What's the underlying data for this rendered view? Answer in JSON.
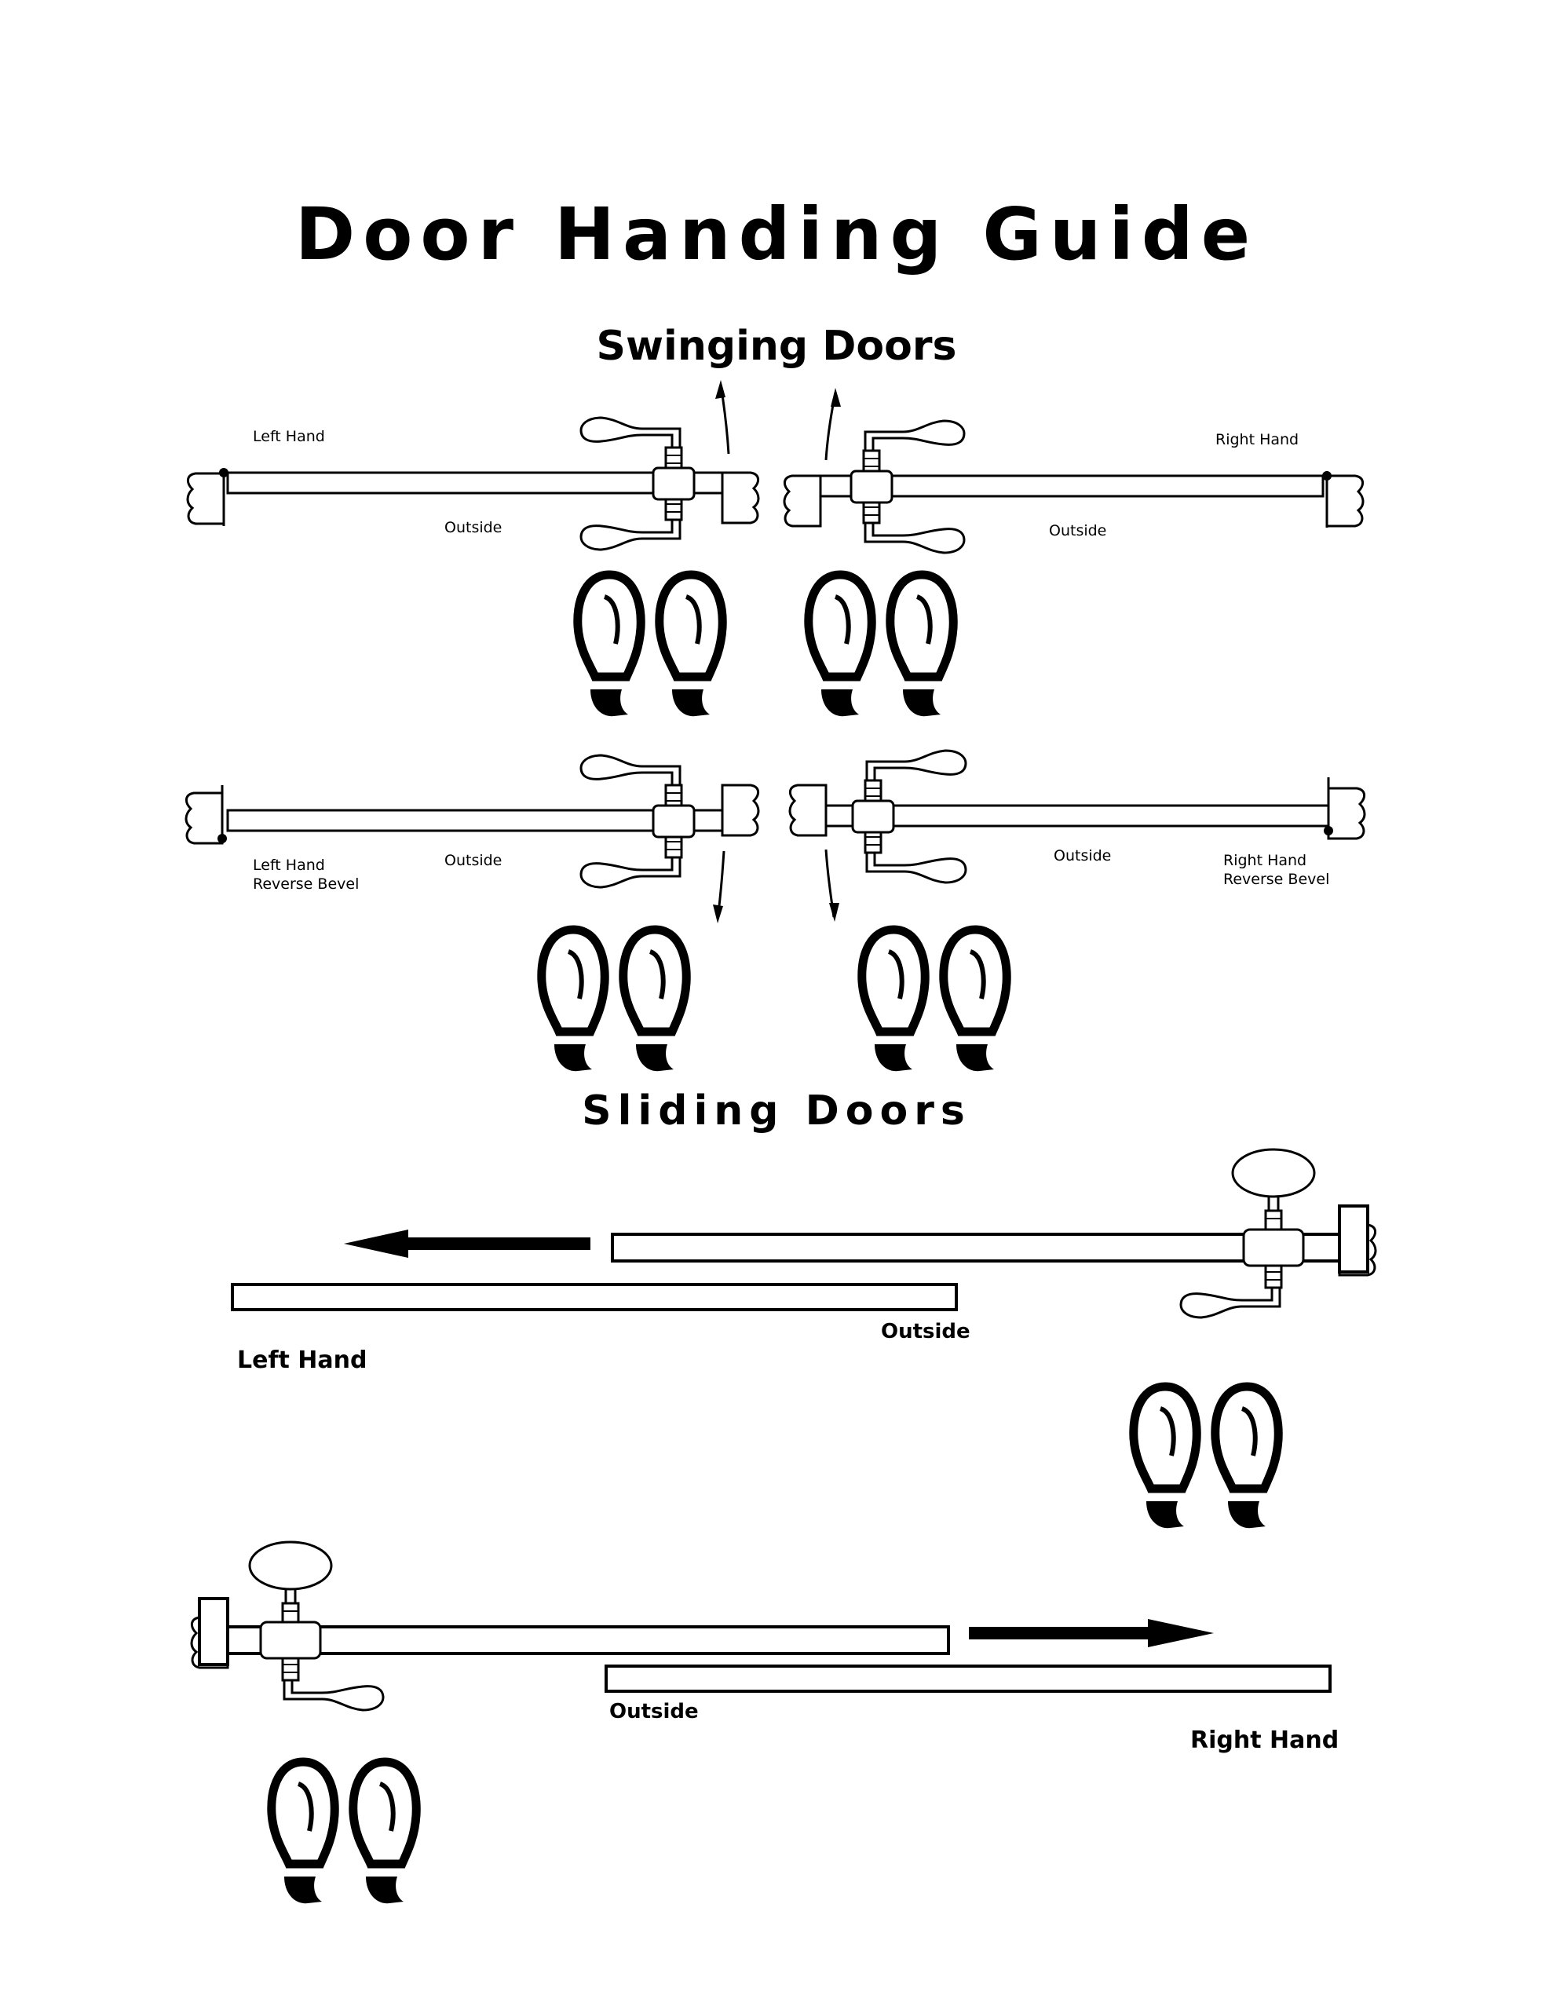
{
  "title": "Door Handing Guide",
  "sections": {
    "swinging": {
      "heading": "Swinging Doors",
      "doors": [
        {
          "id": "lh",
          "label": "Left Hand",
          "outside": "Outside"
        },
        {
          "id": "rh",
          "label": "Right Hand",
          "outside": "Outside"
        },
        {
          "id": "lhr",
          "label_lines": [
            "Left Hand",
            "Reverse Bevel"
          ],
          "outside": "Outside"
        },
        {
          "id": "rhr",
          "label_lines": [
            "Right Hand",
            "Reverse Bevel"
          ],
          "outside": "Outside"
        }
      ]
    },
    "sliding": {
      "heading": "Sliding Doors",
      "doors": [
        {
          "id": "slh",
          "label": "Left Hand",
          "outside": "Outside"
        },
        {
          "id": "srh",
          "label": "Right Hand",
          "outside": "Outside"
        }
      ]
    }
  },
  "colors": {
    "ink": "#000000",
    "paper": "#ffffff"
  },
  "icons": [
    "footprints-icon",
    "lever-handle-icon",
    "knob-handle-icon",
    "swing-arrow-icon",
    "slide-arrow-icon",
    "door-jamb-icon"
  ]
}
